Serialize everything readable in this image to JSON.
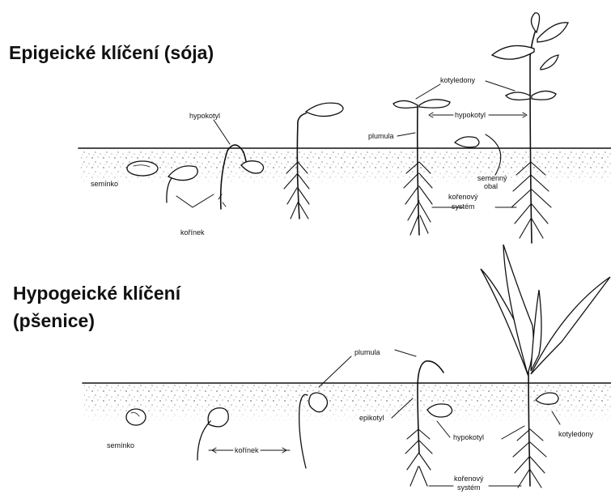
{
  "epigeal": {
    "title": "Epigeické klíčení (sója)",
    "labels": {
      "seed": "semínko",
      "root": "kořínek",
      "hypocotyl_left": "hypokotyl",
      "cotyledons": "kotyledony",
      "plumule": "plumula",
      "hypocotyl_right": "hypokotyl",
      "seed_coat_1": "semenný",
      "seed_coat_2": "obal",
      "root_system_1": "kořenový",
      "root_system_2": "systém"
    }
  },
  "hypogeal": {
    "title_line1": "Hypogeické klíčení",
    "title_line2": "(pšenice)",
    "labels": {
      "seed": "semínko",
      "root": "kořínek",
      "plumule": "plumula",
      "epicotyl": "epikotyl",
      "hypocotyl": "hypokotyl",
      "cotyledons": "kotyledony",
      "root_system_1": "kořenový",
      "root_system_2": "systém"
    }
  }
}
